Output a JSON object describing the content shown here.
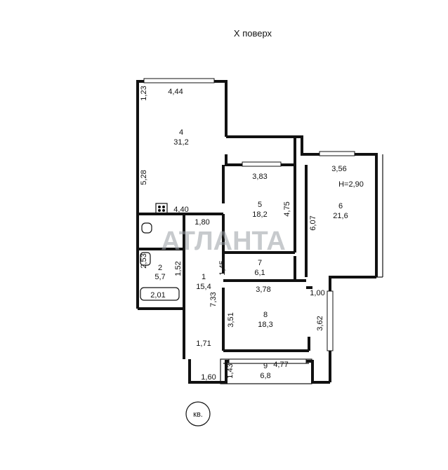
{
  "header": {
    "floor_label": "X поверх"
  },
  "watermark": {
    "text": "АТЛАНТА"
  },
  "apartment_badge": {
    "text": "кв."
  },
  "height_note": "Н=2,90",
  "rooms": [
    {
      "number": "1",
      "area": "15,4"
    },
    {
      "number": "2",
      "area": "5,7"
    },
    {
      "number": "4",
      "area": "31,2"
    },
    {
      "number": "5",
      "area": "18,2"
    },
    {
      "number": "6",
      "area": "21,6"
    },
    {
      "number": "7",
      "area": "6,1"
    },
    {
      "number": "8",
      "area": "18,3"
    },
    {
      "number": "9",
      "area": "6,8"
    }
  ],
  "dimensions": {
    "d_4_44": "4,44",
    "d_1_23": "1,23",
    "d_5_28": "5,28",
    "d_4_40": "4,40",
    "d_1_80": "1,80",
    "d_2_53": "2,53",
    "d_1_52": "1,52",
    "d_2_01": "2,01",
    "d_7_33": "7,33",
    "d_1_45": "1,45",
    "d_3_83": "3,83",
    "d_4_75": "4,75",
    "d_3_56": "3,56",
    "d_6_07": "6,07",
    "d_3_78": "3,78",
    "d_1_00": "1,00",
    "d_3_51": "3,51",
    "d_3_62": "3,62",
    "d_1_71": "1,71",
    "d_1_43": "1,43",
    "d_4_77": "4,77",
    "d_1_60": "1,60"
  }
}
